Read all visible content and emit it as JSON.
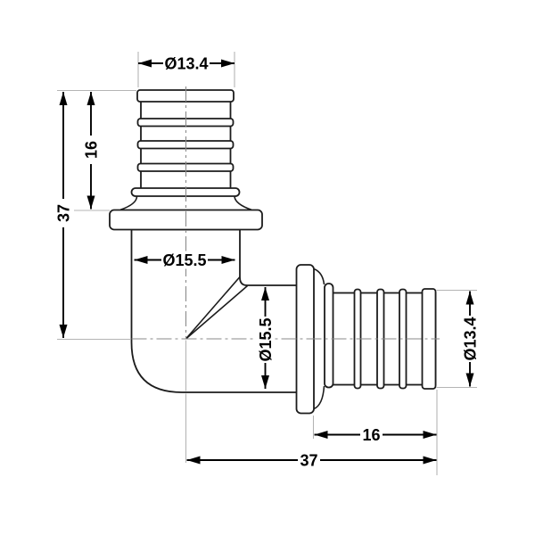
{
  "drawing": {
    "type": "technical-drawing",
    "subject": "90-degree elbow barbed pipe fitting, side view with dimensions",
    "units_shown": "mm (implied)",
    "colors": {
      "background": "#ffffff",
      "outline": "#1c1c1c",
      "dimension_lines": "#000000",
      "extension_lines": "#b4b4b4",
      "centerlines": "#8a8a8a"
    },
    "dimensions": {
      "top_diameter": "Ø13.4",
      "left_barb_length": "16",
      "left_overall_height": "37",
      "body_inner_diameter": "Ø15.5",
      "outlet_inner_diameter": "Ø15.5",
      "right_diameter": "Ø13.4",
      "bottom_barb_length": "16",
      "bottom_overall_length": "37"
    }
  }
}
